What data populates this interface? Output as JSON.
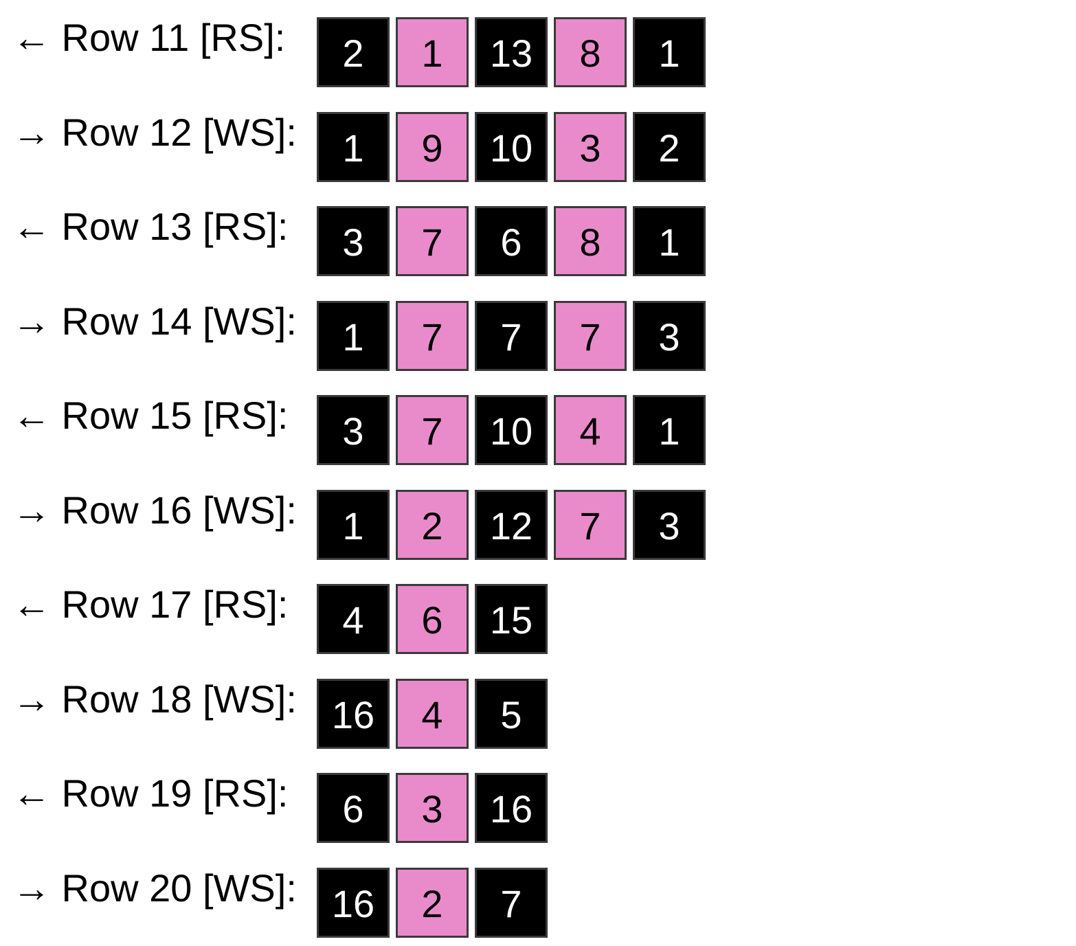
{
  "colors": {
    "dark_cell": "#000000",
    "pink_cell": "#e98bcb"
  },
  "rows": [
    {
      "label": "← Row 11 [RS]:",
      "cells": [
        {
          "value": "2",
          "color": "black"
        },
        {
          "value": "1",
          "color": "pink"
        },
        {
          "value": "13",
          "color": "black"
        },
        {
          "value": "8",
          "color": "pink"
        },
        {
          "value": "1",
          "color": "black"
        }
      ]
    },
    {
      "label": "→ Row 12 [WS]:",
      "cells": [
        {
          "value": "1",
          "color": "black"
        },
        {
          "value": "9",
          "color": "pink"
        },
        {
          "value": "10",
          "color": "black"
        },
        {
          "value": "3",
          "color": "pink"
        },
        {
          "value": "2",
          "color": "black"
        }
      ]
    },
    {
      "label": "← Row 13 [RS]:",
      "cells": [
        {
          "value": "3",
          "color": "black"
        },
        {
          "value": "7",
          "color": "pink"
        },
        {
          "value": "6",
          "color": "black"
        },
        {
          "value": "8",
          "color": "pink"
        },
        {
          "value": "1",
          "color": "black"
        }
      ]
    },
    {
      "label": "→ Row 14 [WS]:",
      "cells": [
        {
          "value": "1",
          "color": "black"
        },
        {
          "value": "7",
          "color": "pink"
        },
        {
          "value": "7",
          "color": "black"
        },
        {
          "value": "7",
          "color": "pink"
        },
        {
          "value": "3",
          "color": "black"
        }
      ]
    },
    {
      "label": "← Row 15 [RS]:",
      "cells": [
        {
          "value": "3",
          "color": "black"
        },
        {
          "value": "7",
          "color": "pink"
        },
        {
          "value": "10",
          "color": "black"
        },
        {
          "value": "4",
          "color": "pink"
        },
        {
          "value": "1",
          "color": "black"
        }
      ]
    },
    {
      "label": "→ Row 16 [WS]:",
      "cells": [
        {
          "value": "1",
          "color": "black"
        },
        {
          "value": "2",
          "color": "pink"
        },
        {
          "value": "12",
          "color": "black"
        },
        {
          "value": "7",
          "color": "pink"
        },
        {
          "value": "3",
          "color": "black"
        }
      ]
    },
    {
      "label": "← Row 17 [RS]:",
      "cells": [
        {
          "value": "4",
          "color": "black"
        },
        {
          "value": "6",
          "color": "pink"
        },
        {
          "value": "15",
          "color": "black"
        }
      ]
    },
    {
      "label": "→ Row 18 [WS]:",
      "cells": [
        {
          "value": "16",
          "color": "black"
        },
        {
          "value": "4",
          "color": "pink"
        },
        {
          "value": "5",
          "color": "black"
        }
      ]
    },
    {
      "label": "← Row 19 [RS]:",
      "cells": [
        {
          "value": "6",
          "color": "black"
        },
        {
          "value": "3",
          "color": "pink"
        },
        {
          "value": "16",
          "color": "black"
        }
      ]
    },
    {
      "label": "→ Row 20 [WS]:",
      "cells": [
        {
          "value": "16",
          "color": "black"
        },
        {
          "value": "2",
          "color": "pink"
        },
        {
          "value": "7",
          "color": "black"
        }
      ]
    }
  ]
}
